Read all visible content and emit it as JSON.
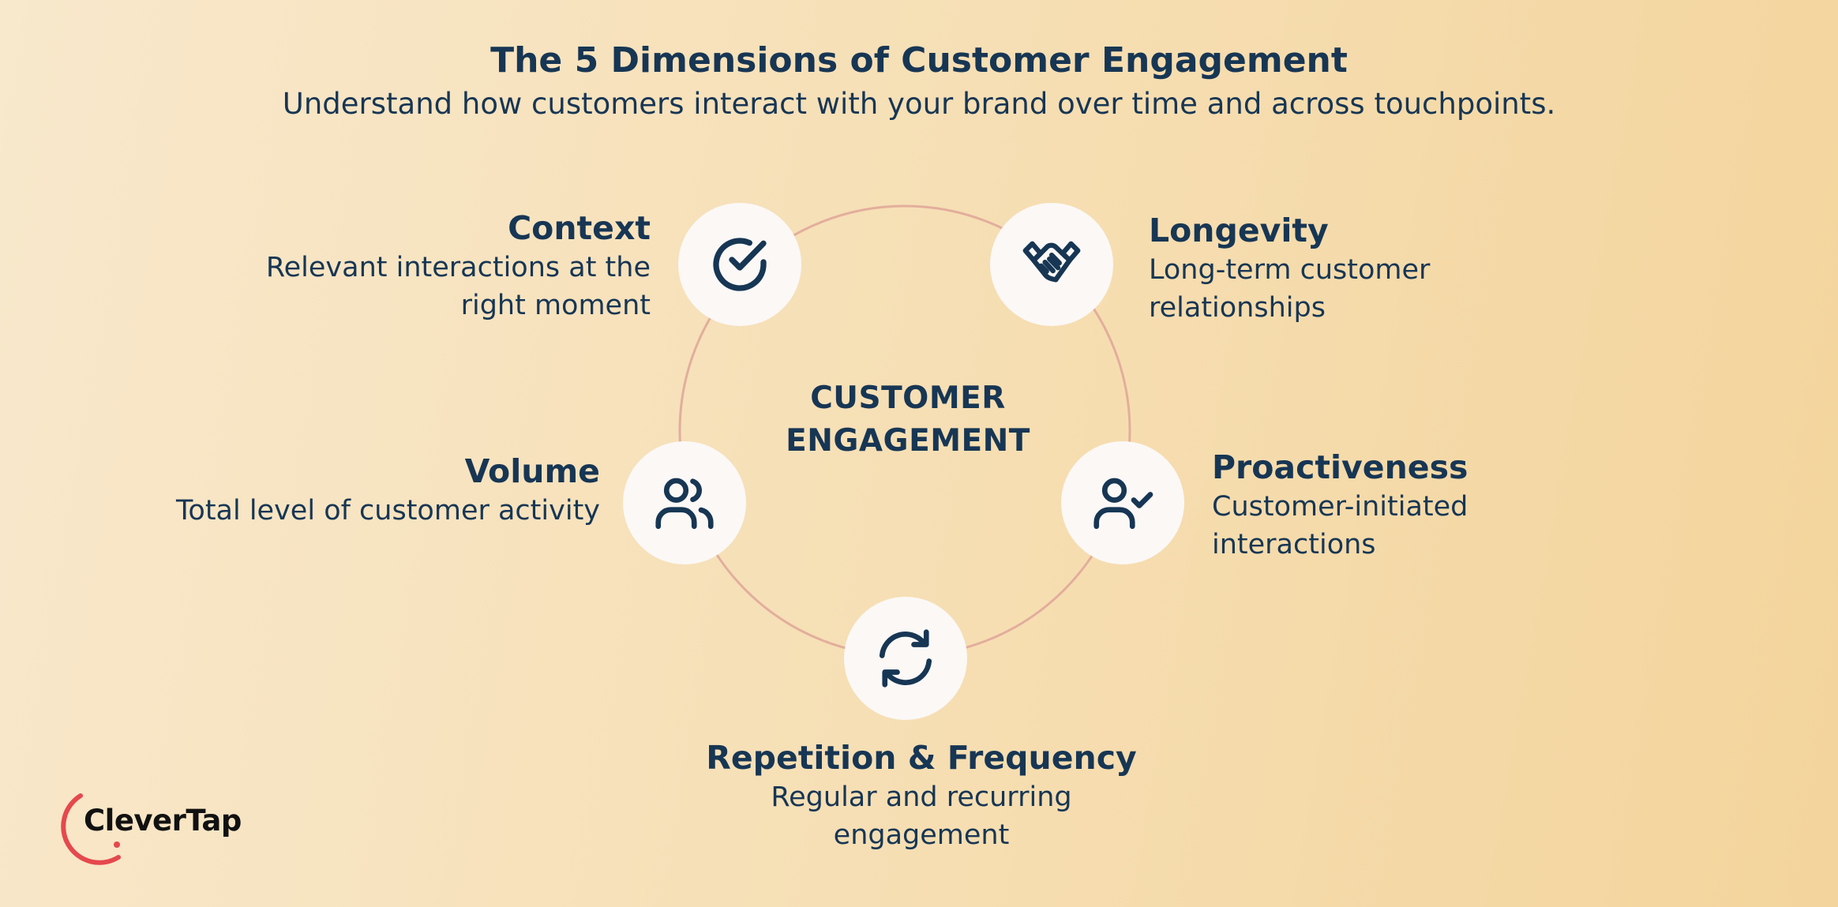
{
  "header": {
    "title": "The 5 Dimensions of Customer Engagement",
    "subtitle": "Understand how customers interact with your brand over time and across touchpoints."
  },
  "center": {
    "line1": "CUSTOMER",
    "line2": "ENGAGEMENT"
  },
  "dimensions": [
    {
      "title": "Context",
      "desc_line1": "Relevant interactions at the",
      "desc_line2": "right moment",
      "icon": "check-circle-icon"
    },
    {
      "title": "Longevity",
      "desc_line1": "Long-term customer",
      "desc_line2": "relationships",
      "icon": "handshake-icon"
    },
    {
      "title": "Proactiveness",
      "desc_line1": "Customer-initiated",
      "desc_line2": "interactions",
      "icon": "user-check-icon"
    },
    {
      "title": "Repetition & Frequency",
      "desc_line1": "Regular and recurring",
      "desc_line2": "engagement",
      "icon": "refresh-icon"
    },
    {
      "title": "Volume",
      "desc_line1": "Total level of customer activity",
      "icon": "users-icon"
    }
  ],
  "brand": {
    "logo_text": "CleverTap"
  },
  "colors": {
    "text": "#173654",
    "ring": "#e2ae9c",
    "node_fill": "#fbf8f6",
    "logo_accent": "#e5484d"
  }
}
